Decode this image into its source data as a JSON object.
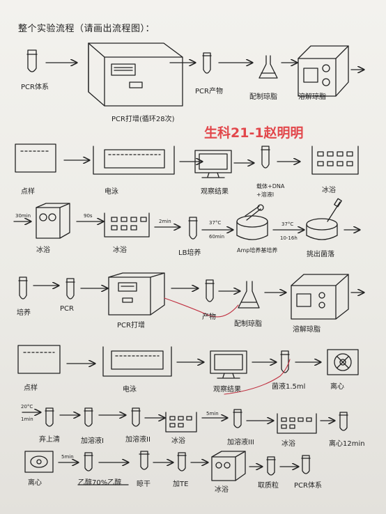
{
  "heading": "整个实验流程（请画出流程图）：",
  "stamp": "生科21-1赵明明",
  "ink_color": "#222222",
  "stamp_color": "#e2474b",
  "row1": {
    "labels": [
      "PCR体系",
      "PCR打增(循环28次)",
      "PCR产物",
      "配制琼脂",
      "溶解琼脂"
    ]
  },
  "row2": {
    "labels": [
      "点样",
      "电泳",
      "观察结果",
      "载体+DNA",
      "+溶液I",
      "冰浴"
    ]
  },
  "row3": {
    "labels": [
      "冰浴",
      "冰浴",
      "LB培养",
      "Amp培养基培养",
      "挑出菌落"
    ],
    "notes": [
      "30min",
      "90s",
      "2min",
      "37°C",
      "60min",
      "37°C",
      "10-16h"
    ]
  },
  "row4": {
    "labels": [
      "培养",
      "PCR",
      "PCR打增",
      "产物",
      "配制琼脂",
      "溶解琼脂"
    ]
  },
  "row5": {
    "labels": [
      "点样",
      "电泳",
      "观察结果",
      "菌液1.5ml",
      "离心"
    ]
  },
  "row6": {
    "labels": [
      "弃上清",
      "加溶液I",
      "加溶液II",
      "冰浴",
      "加溶液III",
      "冰浴",
      "离心12min"
    ],
    "notes": [
      "20°C",
      "1min",
      "5min"
    ]
  },
  "row7": {
    "labels": [
      "离心",
      "乙醇70%乙醇",
      "晾干",
      "加TE",
      "冰浴",
      "取质粒",
      "PCR体系"
    ],
    "notes": [
      "5min"
    ]
  }
}
